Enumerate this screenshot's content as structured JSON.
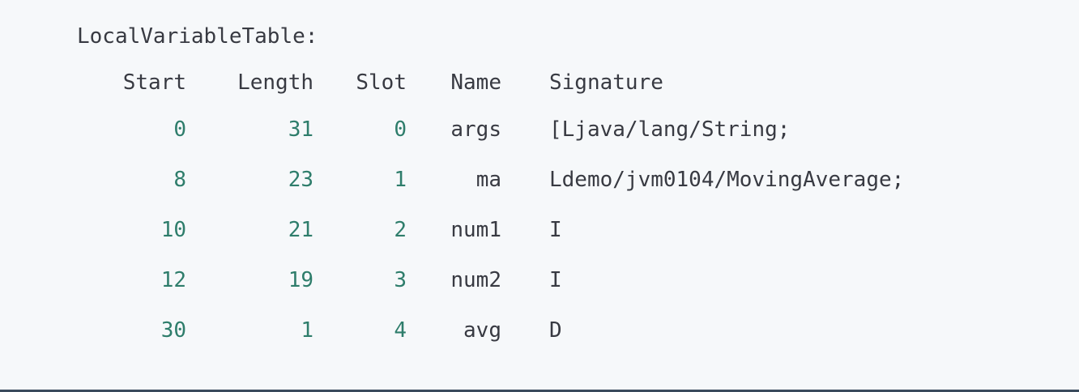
{
  "title": "LocalVariableTable:",
  "columns": [
    "Start",
    "Length",
    "Slot",
    "Name",
    "Signature"
  ],
  "rows": [
    {
      "start": "0",
      "length": "31",
      "slot": "0",
      "name": "args",
      "signature": "[Ljava/lang/String;"
    },
    {
      "start": "8",
      "length": "23",
      "slot": "1",
      "name": "ma",
      "signature": "Ldemo/jvm0104/MovingAverage;"
    },
    {
      "start": "10",
      "length": "21",
      "slot": "2",
      "name": "num1",
      "signature": "I"
    },
    {
      "start": "12",
      "length": "19",
      "slot": "3",
      "name": "num2",
      "signature": "I"
    },
    {
      "start": "30",
      "length": "1",
      "slot": "4",
      "name": "avg",
      "signature": "D"
    }
  ],
  "colors": {
    "background": "#f6f8fa",
    "text": "#383a42",
    "number": "#2e7d6b",
    "bottom_border": "#3a4a5c"
  }
}
